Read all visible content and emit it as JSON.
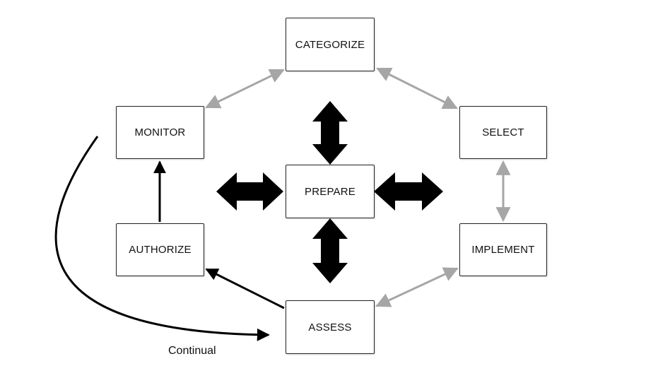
{
  "diagram": {
    "nodes": {
      "categorize": "CATEGORIZE",
      "select": "SELECT",
      "implement": "IMPLEMENT",
      "assess": "ASSESS",
      "authorize": "AUTHORIZE",
      "monitor": "MONITOR",
      "prepare": "PREPARE"
    },
    "continual_label": "Continual",
    "colors": {
      "box_border": "#222222",
      "gray_arrow": "#a6a6a6",
      "black_arrow": "#000000",
      "text": "#111111"
    },
    "edges": [
      {
        "from": "MONITOR",
        "to": "CATEGORIZE",
        "style": "gray-bidirectional"
      },
      {
        "from": "CATEGORIZE",
        "to": "SELECT",
        "style": "gray-bidirectional"
      },
      {
        "from": "SELECT",
        "to": "IMPLEMENT",
        "style": "gray-bidirectional"
      },
      {
        "from": "IMPLEMENT",
        "to": "ASSESS",
        "style": "gray-bidirectional"
      },
      {
        "from": "ASSESS",
        "to": "AUTHORIZE",
        "style": "black-arrow"
      },
      {
        "from": "AUTHORIZE",
        "to": "MONITOR",
        "style": "black-arrow"
      },
      {
        "from": "MONITOR",
        "to": "ASSESS",
        "style": "black-curved-arrow",
        "label": "Continual"
      },
      {
        "from": "PREPARE",
        "to": "CATEGORIZE",
        "style": "thick-black-bidirectional"
      },
      {
        "from": "PREPARE",
        "to": "ASSESS",
        "style": "thick-black-bidirectional"
      },
      {
        "from": "PREPARE",
        "to": "MONITOR/AUTHORIZE",
        "style": "thick-black-bidirectional"
      },
      {
        "from": "PREPARE",
        "to": "SELECT/IMPLEMENT",
        "style": "thick-black-bidirectional"
      }
    ]
  }
}
